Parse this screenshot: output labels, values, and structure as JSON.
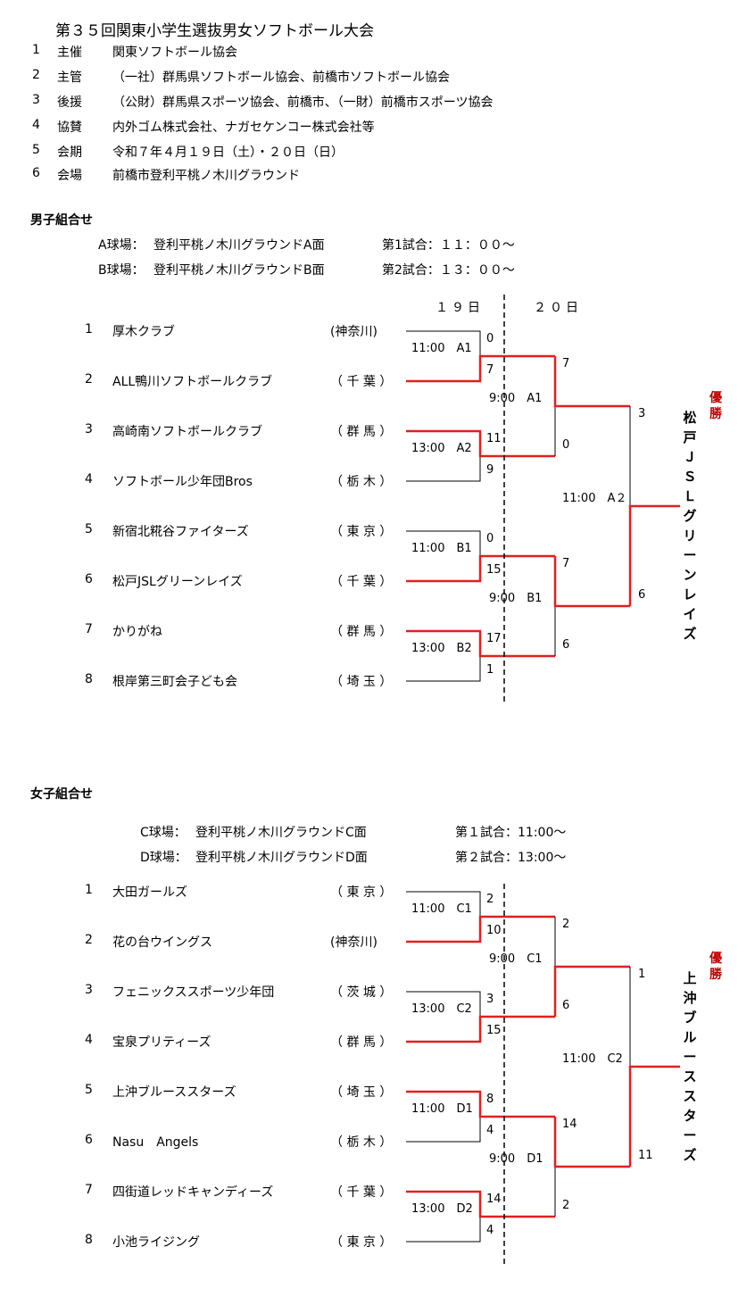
{
  "title": "第３５回関東小学生選抜男女ソフトボール大会",
  "info": [
    {
      "num": "1",
      "key": "主催",
      "value": "関東ソフトボール協会"
    },
    {
      "num": "2",
      "key": "主管",
      "value": "（一社）群馬県ソフトボール協会、前橋市ソフトボール協会"
    },
    {
      "num": "3",
      "key": "後援",
      "value": "（公財）群馬県スポーツ協会、前橋市、（一財）前橋市スポーツ協会"
    },
    {
      "num": "4",
      "key": "協賛",
      "value": "内外ゴム株式会社、ナガセケンコー株式会社等"
    },
    {
      "num": "5",
      "key": "会期",
      "value": "令和７年４月１９日（土）・２０日（日）"
    },
    {
      "num": "6",
      "key": "会場",
      "value": "前橋市登利平桃ノ木川グラウンド"
    }
  ],
  "boys": {
    "heading": "男子組合せ",
    "venues": [
      {
        "field": "A球場：",
        "name": "登利平桃ノ木川グラウンドA面",
        "game": "第1試合：１１：００～"
      },
      {
        "field": "B球場：",
        "name": "登利平桃ノ木川グラウンドB面",
        "game": "第2試合：１３：００～"
      }
    ],
    "day1": "１９日",
    "day2": "２０日",
    "teams": [
      {
        "num": "1",
        "name": "厚木クラブ",
        "pref": "(神奈川)"
      },
      {
        "num": "2",
        "name": "ALL鴨川ソフトボールクラブ",
        "pref": "（ 千 葉 ）"
      },
      {
        "num": "3",
        "name": "高崎南ソフトボールクラブ",
        "pref": "（ 群 馬 ）"
      },
      {
        "num": "4",
        "name": "ソフトボール少年団Bros",
        "pref": "（ 栃 木 ）"
      },
      {
        "num": "5",
        "name": "新宿北糀谷ファイターズ",
        "pref": "（ 東 京 ）"
      },
      {
        "num": "6",
        "name": "松戸JSLグリーンレイズ",
        "pref": "（ 千 葉 ）"
      },
      {
        "num": "7",
        "name": "かりがね",
        "pref": "（ 群 馬 ）"
      },
      {
        "num": "8",
        "name": "根岸第三町会子ども会",
        "pref": "（ 埼 玉 ）"
      }
    ],
    "r1": [
      {
        "label": "11:00　A1",
        "top": "0",
        "bottom": "7"
      },
      {
        "label": "13:00　A2",
        "top": "11",
        "bottom": "9"
      },
      {
        "label": "11:00　B1",
        "top": "0",
        "bottom": "15"
      },
      {
        "label": "13:00　B2",
        "top": "17",
        "bottom": "1"
      }
    ],
    "r2": [
      {
        "label": "9:00　A1",
        "top": "7",
        "bottom": "0"
      },
      {
        "label": "9:00　B1",
        "top": "7",
        "bottom": "6"
      }
    ],
    "final": {
      "label": "11:00　A２",
      "top": "3",
      "bottom": "6"
    },
    "winner_label": "優勝",
    "champion": "松戸ＪＳＬグリーンレイズ"
  },
  "girls": {
    "heading": "女子組合せ",
    "venues": [
      {
        "field": "C球場：",
        "name": "登利平桃ノ木川グラウンドC面",
        "game": "第１試合：11:00～"
      },
      {
        "field": "D球場：",
        "name": "登利平桃ノ木川グラウンドD面",
        "game": "第２試合：13:00～"
      }
    ],
    "teams": [
      {
        "num": "1",
        "name": "大田ガールズ",
        "pref": "（ 東 京 ）"
      },
      {
        "num": "2",
        "name": "花の台ウイングス",
        "pref": "(神奈川)"
      },
      {
        "num": "3",
        "name": "フェニックススポーツ少年団",
        "pref": "（ 茨 城 ）"
      },
      {
        "num": "4",
        "name": "宝泉プリティーズ",
        "pref": "（ 群 馬 ）"
      },
      {
        "num": "5",
        "name": "上沖ブルーススターズ",
        "pref": "（ 埼 玉 ）"
      },
      {
        "num": "6",
        "name": "Nasu　Angels",
        "pref": "（ 栃 木 ）"
      },
      {
        "num": "7",
        "name": "四街道レッドキャンディーズ",
        "pref": "（ 千 葉 ）"
      },
      {
        "num": "8",
        "name": "小池ライジング",
        "pref": "（ 東 京 ）"
      }
    ],
    "r1": [
      {
        "label": "11:00　C1",
        "top": "2",
        "bottom": "10"
      },
      {
        "label": "13:00　C2",
        "top": "3",
        "bottom": "15"
      },
      {
        "label": "11:00　D1",
        "top": "8",
        "bottom": "4"
      },
      {
        "label": "13:00　D2",
        "top": "14",
        "bottom": "4"
      }
    ],
    "r2": [
      {
        "label": "9:00　C1",
        "top": "2",
        "bottom": "6"
      },
      {
        "label": "9:00　D1",
        "top": "14",
        "bottom": "2"
      }
    ],
    "final": {
      "label": "11:00　C2",
      "top": "1",
      "bottom": "11"
    },
    "winner_label": "優勝",
    "champion": "上沖ブルーススターズ"
  }
}
